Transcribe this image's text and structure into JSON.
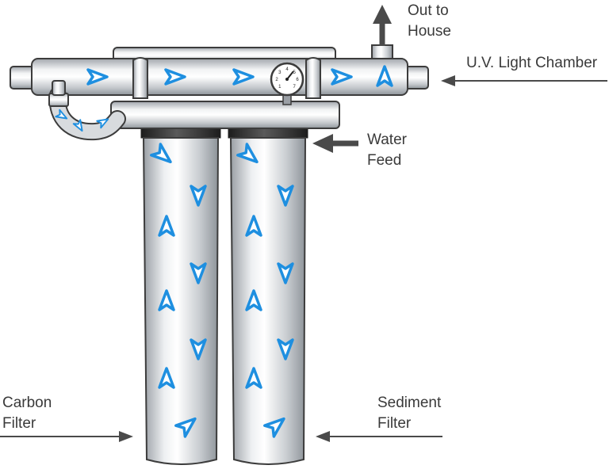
{
  "labels": {
    "out_to_house": [
      "Out to",
      "House"
    ],
    "uv_chamber": [
      "U.V. Light Chamber"
    ],
    "water_feed": [
      "Water",
      "Feed"
    ],
    "carbon_filter": [
      "Carbon",
      "Filter"
    ],
    "sediment_filter": [
      "Sediment",
      "Filter"
    ]
  },
  "gauge": {
    "ticks": [
      "1",
      "2",
      "3",
      "4",
      "5",
      "6",
      "7"
    ]
  },
  "colors": {
    "flow_arrow": "#1e8fe0",
    "label_arrow": "#4a4a4a",
    "metal_light": "#f4f5f6",
    "metal_dark": "#9a9fa5",
    "outline": "#3c3c3c",
    "cap": "#2a2a2a"
  },
  "icons": {
    "flow": "blue-flow-arrow-icon",
    "pointer": "label-pointer-arrow-icon",
    "gauge": "pressure-gauge-icon"
  }
}
